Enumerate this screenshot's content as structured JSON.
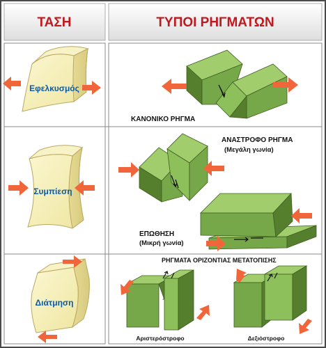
{
  "header": {
    "stress_col": "ΤΑΣΗ",
    "types_col": "ΤΥΠΟΙ ΡΗΓΜΑΤΩΝ"
  },
  "rows": [
    {
      "stress_label": "Εφελκυσμός",
      "faults": [
        {
          "label": "ΚΑΝΟΝΙΚΟ ΡΗΓΜΑ"
        }
      ]
    },
    {
      "stress_label": "Συμπίεση",
      "faults": [
        {
          "label": "ΑΝΑΣΤΡΟΦΟ ΡΗΓΜΑ",
          "sublabel": "(Μεγάλη γωνία)"
        },
        {
          "label": "ΕΠΩΘΗΣΗ",
          "sublabel": "(Μικρή γωνία)"
        }
      ]
    },
    {
      "stress_label": "Διάτμηση",
      "faults": [
        {
          "label": "ΡΗΓΜΑΤΑ ΟΡΙΖΟΝΤΙΑΣ ΜΕΤΑΤΟΠΙΣΗΣ",
          "left": "Αριστερόστροφο",
          "right": "Δεξιόστροφο"
        }
      ]
    }
  ],
  "colors": {
    "header_red": "#c0191f",
    "block_green": "#76a84a",
    "block_top": "#a2cd6d",
    "block_dark": "#557f2c",
    "arrow_orange": "#f0663a",
    "cube_cream": "#f6f0b4",
    "label_blue": "#0b5aa6"
  }
}
